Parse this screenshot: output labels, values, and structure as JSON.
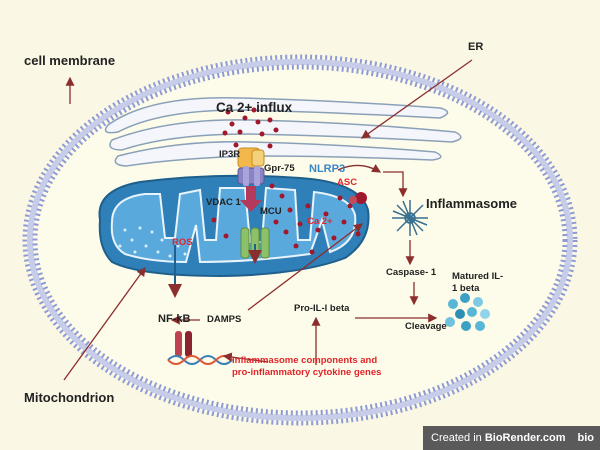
{
  "labels": {
    "cell_membrane": "cell membrane",
    "er": "ER",
    "ca_influx": "Ca 2+ influx",
    "ip3r": "IP3R",
    "gpr75": "Gpr-75",
    "nlrp3": "NLRP3",
    "asc": "ASC",
    "inflammasome": "Inflammasome",
    "vdac1": "VDAC 1",
    "mcu": "MCU",
    "ca2_mito": "Ca 2+",
    "ros": "ROS",
    "caspase1": "Caspase- 1",
    "matured_il1": "Matured IL-1 beta",
    "cleavage": "Cleavage",
    "pro_il1": "Pro-IL-l beta",
    "nfkb": "NF-kB",
    "damps": "DAMPS",
    "genes": "Inflammasome components and pro-inflammatory cytokine genes",
    "mitochondrion": "Mitochondrion"
  },
  "credit": {
    "text": "Created in",
    "brand": "BioRender.com",
    "logo": "bio"
  },
  "colors": {
    "background": "#faf8e4",
    "membrane_head": "#8e9bd4",
    "mito_outer": "#2f7fb8",
    "mito_inner": "#5aa9dd",
    "calcium": "#a0182c",
    "label_red": "#e0262b",
    "label_blue": "#3a86c9",
    "arrow": "#8b2e2e"
  },
  "icons": [
    "mitochondrion-icon",
    "er-icon",
    "ip3r-channel-icon",
    "vdac-channel-icon",
    "mcu-channel-icon",
    "inflammasome-icon",
    "dna-icon",
    "nfkb-icon",
    "il1-beta-icon"
  ]
}
